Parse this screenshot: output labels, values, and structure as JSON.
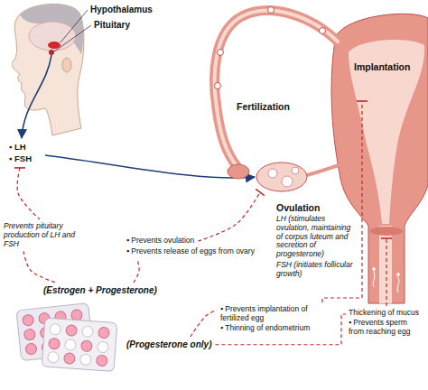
{
  "diagram": {
    "labels": [
      "Hypothalamus",
      "Pituitary",
      "Fertilization",
      "Implantation",
      "▪ LH",
      "▪ FSH",
      "Ovulation",
      "Prevents pituitary production of LH and FSH",
      "▪ Prevents ovulation",
      "▪ Prevents release of eggs from ovary",
      "LH (stimulates ovulation, maintaining of corpus luteum and secretion of progesterone)",
      "FSH (initiates follicular growth)",
      "(Estrogen + Progesterone)",
      "▪ Prevents implantation of fertilized egg",
      "▪ Thinning of endometrium",
      "Thickening of mucus",
      "▪ Prevents sperm from reaching egg",
      "(Progesterone only)"
    ]
  }
}
